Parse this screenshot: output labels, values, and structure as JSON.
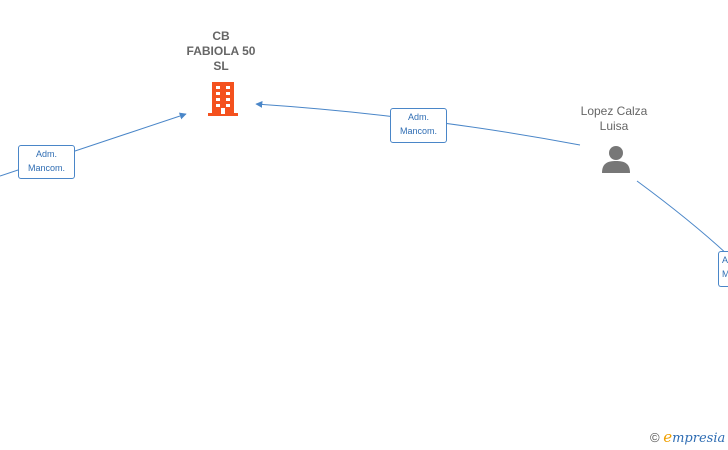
{
  "nodes": {
    "company": {
      "label": "CB\nFABIOLA 50\nSL",
      "icon": "building-icon",
      "color": "#f4511e"
    },
    "person": {
      "label": "Lopez Calza\nLuisa",
      "icon": "person-icon",
      "color": "#777777"
    }
  },
  "edges": [
    {
      "label": "Adm.\nMancom."
    },
    {
      "label": "Adm.\nMancom."
    },
    {
      "label": "A\nM"
    }
  ],
  "colors": {
    "edge": "#4a86c8"
  },
  "watermark": {
    "copyright": "©",
    "brand_initial": "e",
    "brand_rest": "mpresia"
  }
}
